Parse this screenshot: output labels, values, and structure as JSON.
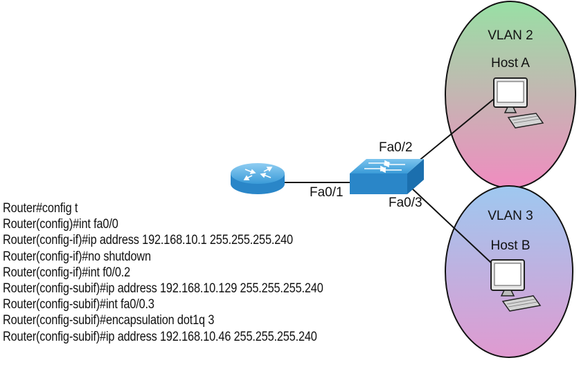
{
  "diagram": {
    "vlans": [
      {
        "label": "VLAN 2",
        "host": "Host A",
        "colors": {
          "top": "#98e0a4",
          "bottom": "#f08cc0"
        }
      },
      {
        "label": "VLAN 3",
        "host": "Host B",
        "colors": {
          "top": "#9ec8f0",
          "bottom": "#e09ad0"
        }
      }
    ],
    "ports": {
      "router_link": "Fa0/1",
      "host_a_link": "Fa0/2",
      "host_b_link": "Fa0/3"
    },
    "device_colors": {
      "switch": "#3a9bd8",
      "router": "#3a9bd8"
    }
  },
  "cli": {
    "lines": [
      "Router#config t",
      "Router(config)#int fa0/0",
      "Router(config-if)#ip address 192.168.10.1 255.255.255.240",
      "Router(config-if)#no shutdown",
      "Router(config-if)#int f0/0.2",
      "Router(config-subif)#ip address 192.168.10.129 255.255.255.240",
      "Router(config-subif)#int fa0/0.3",
      "Router(config-subif)#encapsulation dot1q 3",
      "Router(config-subif)#ip address 192.168.10.46 255.255.255.240"
    ]
  }
}
